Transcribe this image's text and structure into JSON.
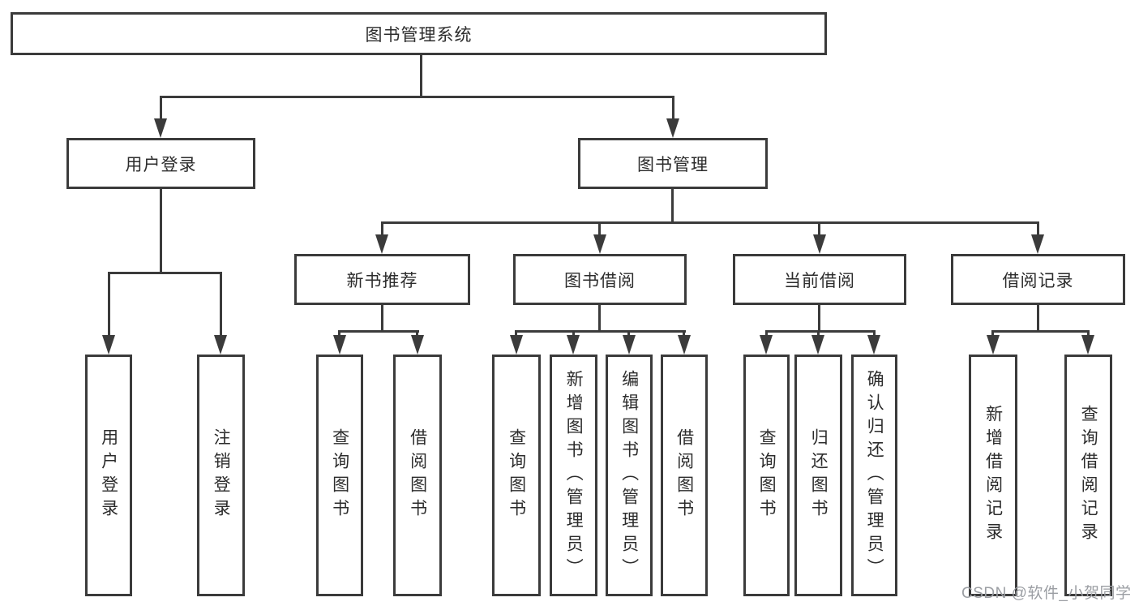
{
  "colors": {
    "line": "#3b3b3b",
    "text": "#2c2c2c",
    "background": "#ffffff",
    "watermark_text": "#9b9ea3"
  },
  "watermark": {
    "text": "CSDN @软件_小贺同学"
  },
  "diagram": {
    "type": "tree",
    "root": {
      "label": "图书管理系统",
      "children": [
        {
          "label": "用户登录",
          "children": [
            {
              "label": "用户登录"
            },
            {
              "label": "注销登录"
            }
          ]
        },
        {
          "label": "图书管理",
          "children": [
            {
              "label": "新书推荐",
              "children": [
                {
                  "label": "查询图书"
                },
                {
                  "label": "借阅图书"
                }
              ]
            },
            {
              "label": "图书借阅",
              "children": [
                {
                  "label": "查询图书"
                },
                {
                  "label": "新增图书（管理员）"
                },
                {
                  "label": "编辑图书（管理员）"
                },
                {
                  "label": "借阅图书"
                }
              ]
            },
            {
              "label": "当前借阅",
              "children": [
                {
                  "label": "查询图书"
                },
                {
                  "label": "归还图书"
                },
                {
                  "label": "确认归还（管理员）"
                }
              ]
            },
            {
              "label": "借阅记录",
              "children": [
                {
                  "label": "新增借阅记录"
                },
                {
                  "label": "查询借阅记录"
                }
              ]
            }
          ]
        }
      ]
    }
  }
}
